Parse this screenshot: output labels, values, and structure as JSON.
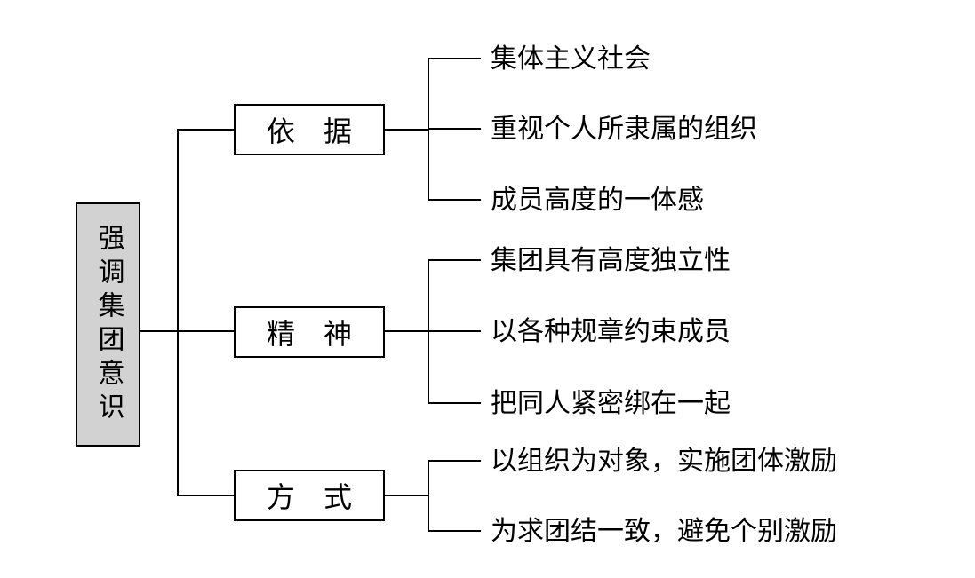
{
  "diagram": {
    "title": "强调集团意识 tree diagram",
    "background": "#ffffff",
    "line_color": "#000000",
    "root": {
      "label": "强调集团意识",
      "fill": "#d2d2d2"
    },
    "branches": [
      {
        "label": "依　据",
        "leaves": [
          "集体主义社会",
          "重视个人所隶属的组织",
          "成员高度的一体感"
        ]
      },
      {
        "label": "精　神",
        "leaves": [
          "集团具有高度独立性",
          "以各种规章约束成员",
          "把同人紧密绑在一起"
        ]
      },
      {
        "label": "方　式",
        "leaves": [
          "以组织为对象，实施团体激励",
          "为求团结一致，避免个别激励"
        ]
      }
    ]
  }
}
